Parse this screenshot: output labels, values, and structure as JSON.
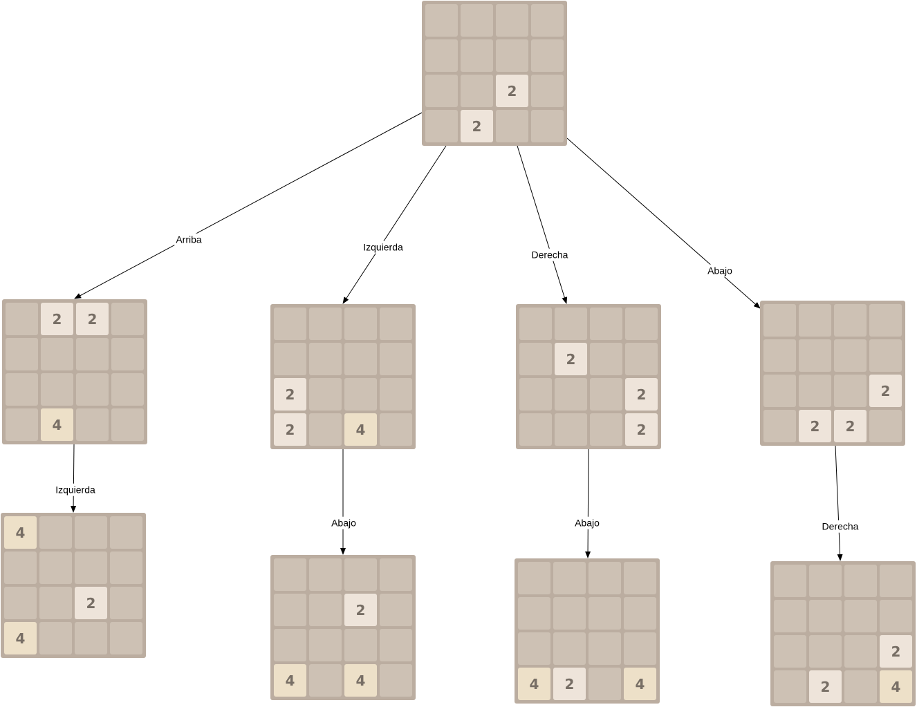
{
  "colors": {
    "board": "#bbada0",
    "empty_tile": "#cdc1b4",
    "tile_2": "#eee4da",
    "tile_4": "#ede0c8",
    "tile_text": "#776e65",
    "edge": "#000000"
  },
  "boards": [
    {
      "id": "root",
      "cells": [
        [
          0,
          0,
          0,
          0
        ],
        [
          0,
          0,
          0,
          0
        ],
        [
          0,
          0,
          2,
          0
        ],
        [
          0,
          2,
          0,
          0
        ]
      ]
    },
    {
      "id": "arriba",
      "cells": [
        [
          0,
          2,
          2,
          0
        ],
        [
          0,
          0,
          0,
          0
        ],
        [
          0,
          0,
          0,
          0
        ],
        [
          0,
          4,
          0,
          0
        ]
      ]
    },
    {
      "id": "izquierda",
      "cells": [
        [
          0,
          0,
          0,
          0
        ],
        [
          0,
          0,
          0,
          0
        ],
        [
          2,
          0,
          0,
          0
        ],
        [
          2,
          0,
          4,
          0
        ]
      ]
    },
    {
      "id": "derecha",
      "cells": [
        [
          0,
          0,
          0,
          0
        ],
        [
          0,
          2,
          0,
          0
        ],
        [
          0,
          0,
          0,
          2
        ],
        [
          0,
          0,
          0,
          2
        ]
      ]
    },
    {
      "id": "abajo",
      "cells": [
        [
          0,
          0,
          0,
          0
        ],
        [
          0,
          0,
          0,
          0
        ],
        [
          0,
          0,
          0,
          2
        ],
        [
          0,
          2,
          2,
          0
        ]
      ]
    },
    {
      "id": "arriba-izquierda",
      "cells": [
        [
          4,
          0,
          0,
          0
        ],
        [
          0,
          0,
          0,
          0
        ],
        [
          0,
          0,
          2,
          0
        ],
        [
          4,
          0,
          0,
          0
        ]
      ]
    },
    {
      "id": "izquierda-abajo",
      "cells": [
        [
          0,
          0,
          0,
          0
        ],
        [
          0,
          0,
          2,
          0
        ],
        [
          0,
          0,
          0,
          0
        ],
        [
          4,
          0,
          4,
          0
        ]
      ]
    },
    {
      "id": "derecha-abajo",
      "cells": [
        [
          0,
          0,
          0,
          0
        ],
        [
          0,
          0,
          0,
          0
        ],
        [
          0,
          0,
          0,
          0
        ],
        [
          4,
          2,
          0,
          4
        ]
      ]
    },
    {
      "id": "abajo-derecha",
      "cells": [
        [
          0,
          0,
          0,
          0
        ],
        [
          0,
          0,
          0,
          0
        ],
        [
          0,
          0,
          0,
          2
        ],
        [
          0,
          2,
          0,
          4
        ]
      ]
    }
  ],
  "edges": [
    {
      "from": "root",
      "to": "arriba",
      "label": "Arriba"
    },
    {
      "from": "root",
      "to": "izquierda",
      "label": "Izquierda"
    },
    {
      "from": "root",
      "to": "derecha",
      "label": "Derecha"
    },
    {
      "from": "root",
      "to": "abajo",
      "label": "Abajo"
    },
    {
      "from": "arriba",
      "to": "arriba-izquierda",
      "label": "Izquierda"
    },
    {
      "from": "izquierda",
      "to": "izquierda-abajo",
      "label": "Abajo"
    },
    {
      "from": "derecha",
      "to": "derecha-abajo",
      "label": "Abajo"
    },
    {
      "from": "abajo",
      "to": "abajo-derecha",
      "label": "Derecha"
    }
  ]
}
